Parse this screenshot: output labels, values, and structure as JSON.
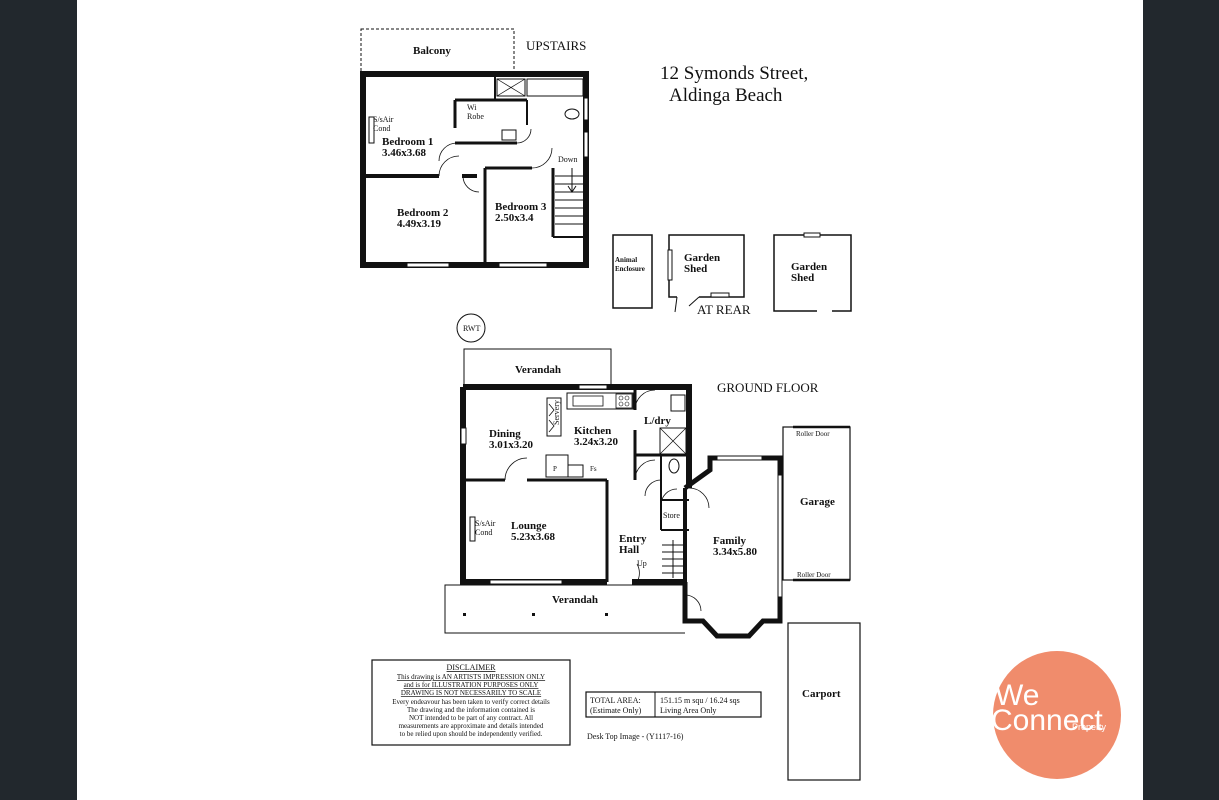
{
  "title": {
    "line1": "12 Symonds Street,",
    "line2": "Aldinga Beach"
  },
  "levels": {
    "upstairs": "UPSTAIRS",
    "ground": "GROUND FLOOR",
    "rear": "AT REAR"
  },
  "rooms": {
    "balcony": "Balcony",
    "wi_robe_1": "Wi",
    "wi_robe_2": "Robe",
    "ac_up_1": "S/sAir",
    "ac_up_2": "Cond",
    "bedroom1": "Bedroom 1",
    "bedroom1_dim": "3.46x3.68",
    "bedroom2": "Bedroom 2",
    "bedroom2_dim": "4.49x3.19",
    "bedroom3": "Bedroom 3",
    "bedroom3_dim": "2.50x3.4",
    "down": "Down",
    "animal_1": "Animal",
    "animal_2": "Enclosure",
    "shed1_1": "Garden",
    "shed1_2": "Shed",
    "shed2_1": "Garden",
    "shed2_2": "Shed",
    "rwt": "RWT",
    "verandah_top": "Verandah",
    "servery": "Servery",
    "dining": "Dining",
    "dining_dim": "3.01x3.20",
    "kitchen": "Kitchen",
    "kitchen_dim": "3.24x3.20",
    "ldry": "L/dry",
    "pantry": "P",
    "fridge": "Fs",
    "ac_down_1": "S/sAir",
    "ac_down_2": "Cond",
    "lounge": "Lounge",
    "lounge_dim": "5.23x3.68",
    "entry_1": "Entry",
    "entry_2": "Hall",
    "up": "Up",
    "store": "Store",
    "family": "Family",
    "family_dim": "3.34x5.80",
    "roller_top": "Roller Door",
    "garage": "Garage",
    "roller_bottom": "Roller Door",
    "verandah_bottom": "Verandah",
    "carport": "Carport"
  },
  "disclaimer": {
    "heading": "DISCLAIMER",
    "lines": [
      "This drawing is AN ARTISTS IMPRESSION ONLY",
      "and is for ILLUSTRATION PURPOSES ONLY",
      "DRAWING IS NOT NECESSARILY TO SCALE",
      "Every endeavour has been taken to verify correct details",
      "The drawing and the information contained is",
      "NOT intended to be part of any contract. All",
      "measurements are approximate and details intended",
      "to be relied upon should be independently verified."
    ]
  },
  "area": {
    "label_1": "TOTAL AREA:",
    "label_2": "(Estimate Only)",
    "value_1": "151.15 m squ /  16.24 sqs",
    "value_2": "Living Area Only"
  },
  "footer_note": "Desk Top Image - (Y1117-16)",
  "logo": {
    "line1": "We",
    "line2": "Connect",
    "line3": "Property",
    "color": "#f08c6c"
  }
}
